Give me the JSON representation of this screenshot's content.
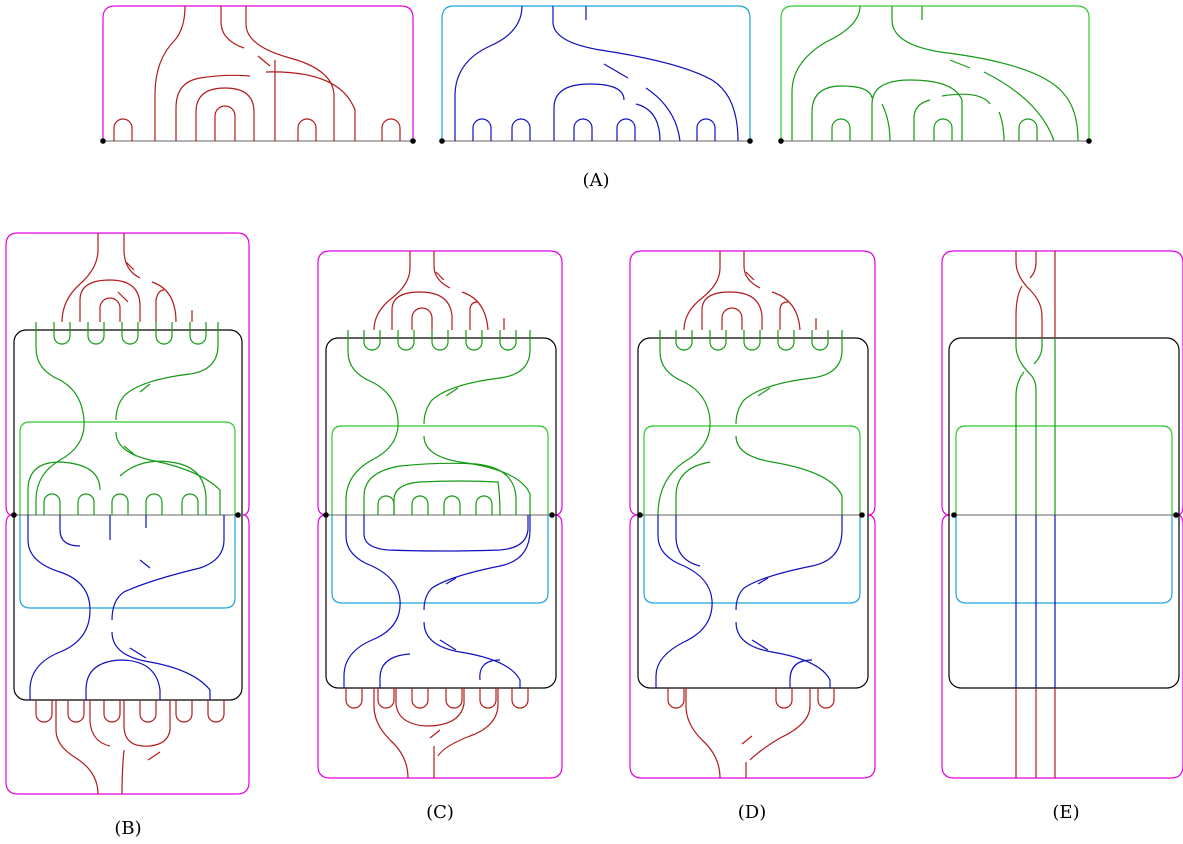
{
  "labels": {
    "A": "(A)",
    "B": "(B)",
    "C": "(C)",
    "D": "(D)",
    "E": "(E)"
  },
  "colors": {
    "magenta": "#e400e4",
    "cyan": "#1aa3d9",
    "bright_green": "#2ecc2e",
    "red": "#b31b1b",
    "blue": "#1010c0",
    "green": "#159a15",
    "black": "#000000",
    "gray": "#666666"
  },
  "panel_A": {
    "tangles": [
      {
        "frame": "magenta",
        "strand": "red",
        "through_strands": 2,
        "caps": 7
      },
      {
        "frame": "cyan",
        "strand": "blue",
        "through_strands": 2,
        "caps": 7
      },
      {
        "frame": "bright_green",
        "strand": "green",
        "through_strands": 2,
        "caps": 8
      }
    ]
  },
  "panel_B": {
    "outer_frame": "magenta",
    "boxes": [
      "black",
      "bright_green",
      "cyan"
    ],
    "strands": [
      "red",
      "green",
      "blue"
    ]
  },
  "panel_C": {
    "outer_frame": "magenta",
    "boxes": [
      "black",
      "bright_green",
      "cyan"
    ],
    "strands": [
      "red",
      "green",
      "blue"
    ]
  },
  "panel_D": {
    "outer_frame": "magenta",
    "boxes": [
      "black",
      "bright_green",
      "cyan"
    ],
    "strands": [
      "red",
      "green",
      "blue"
    ]
  },
  "panel_E": {
    "outer_frame": "magenta",
    "boxes": [
      "black",
      "bright_green",
      "cyan"
    ],
    "strands": [
      "red",
      "green",
      "blue"
    ],
    "vertical_strands": 3
  }
}
